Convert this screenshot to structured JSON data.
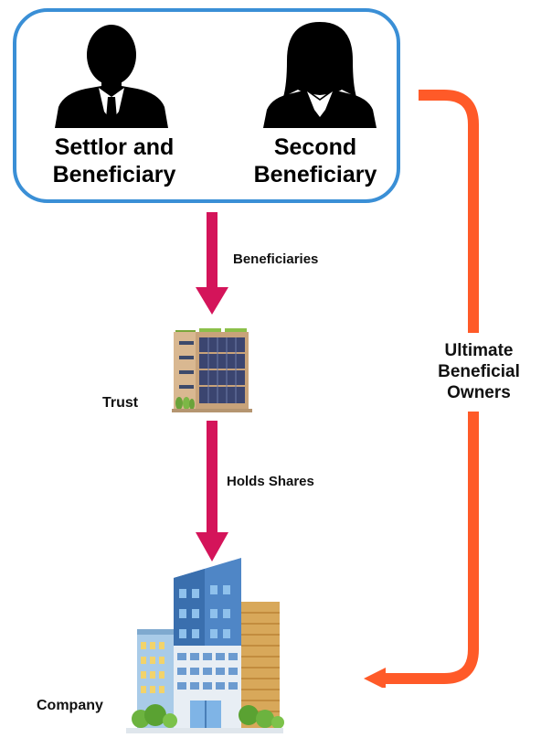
{
  "people": {
    "settlor_label_line1": "Settlor and",
    "settlor_label_line2": "Beneficiary",
    "second_label_line1": "Second",
    "second_label_line2": "Beneficiary"
  },
  "arrows": {
    "beneficiaries_label": "Beneficiaries",
    "holds_shares_label": "Holds Shares"
  },
  "entities": {
    "trust_label": "Trust",
    "company_label": "Company"
  },
  "ubo": {
    "line1": "Ultimate",
    "line2": "Beneficial",
    "line3": "Owners"
  },
  "colors": {
    "box_border": "#3a8fd6",
    "arrow_down": "#d4145a",
    "arrow_ubo": "#ff5a28"
  },
  "icons": {
    "settlor": "man-silhouette-icon",
    "second": "woman-silhouette-icon",
    "trust": "office-building-icon",
    "company": "city-buildings-icon"
  }
}
